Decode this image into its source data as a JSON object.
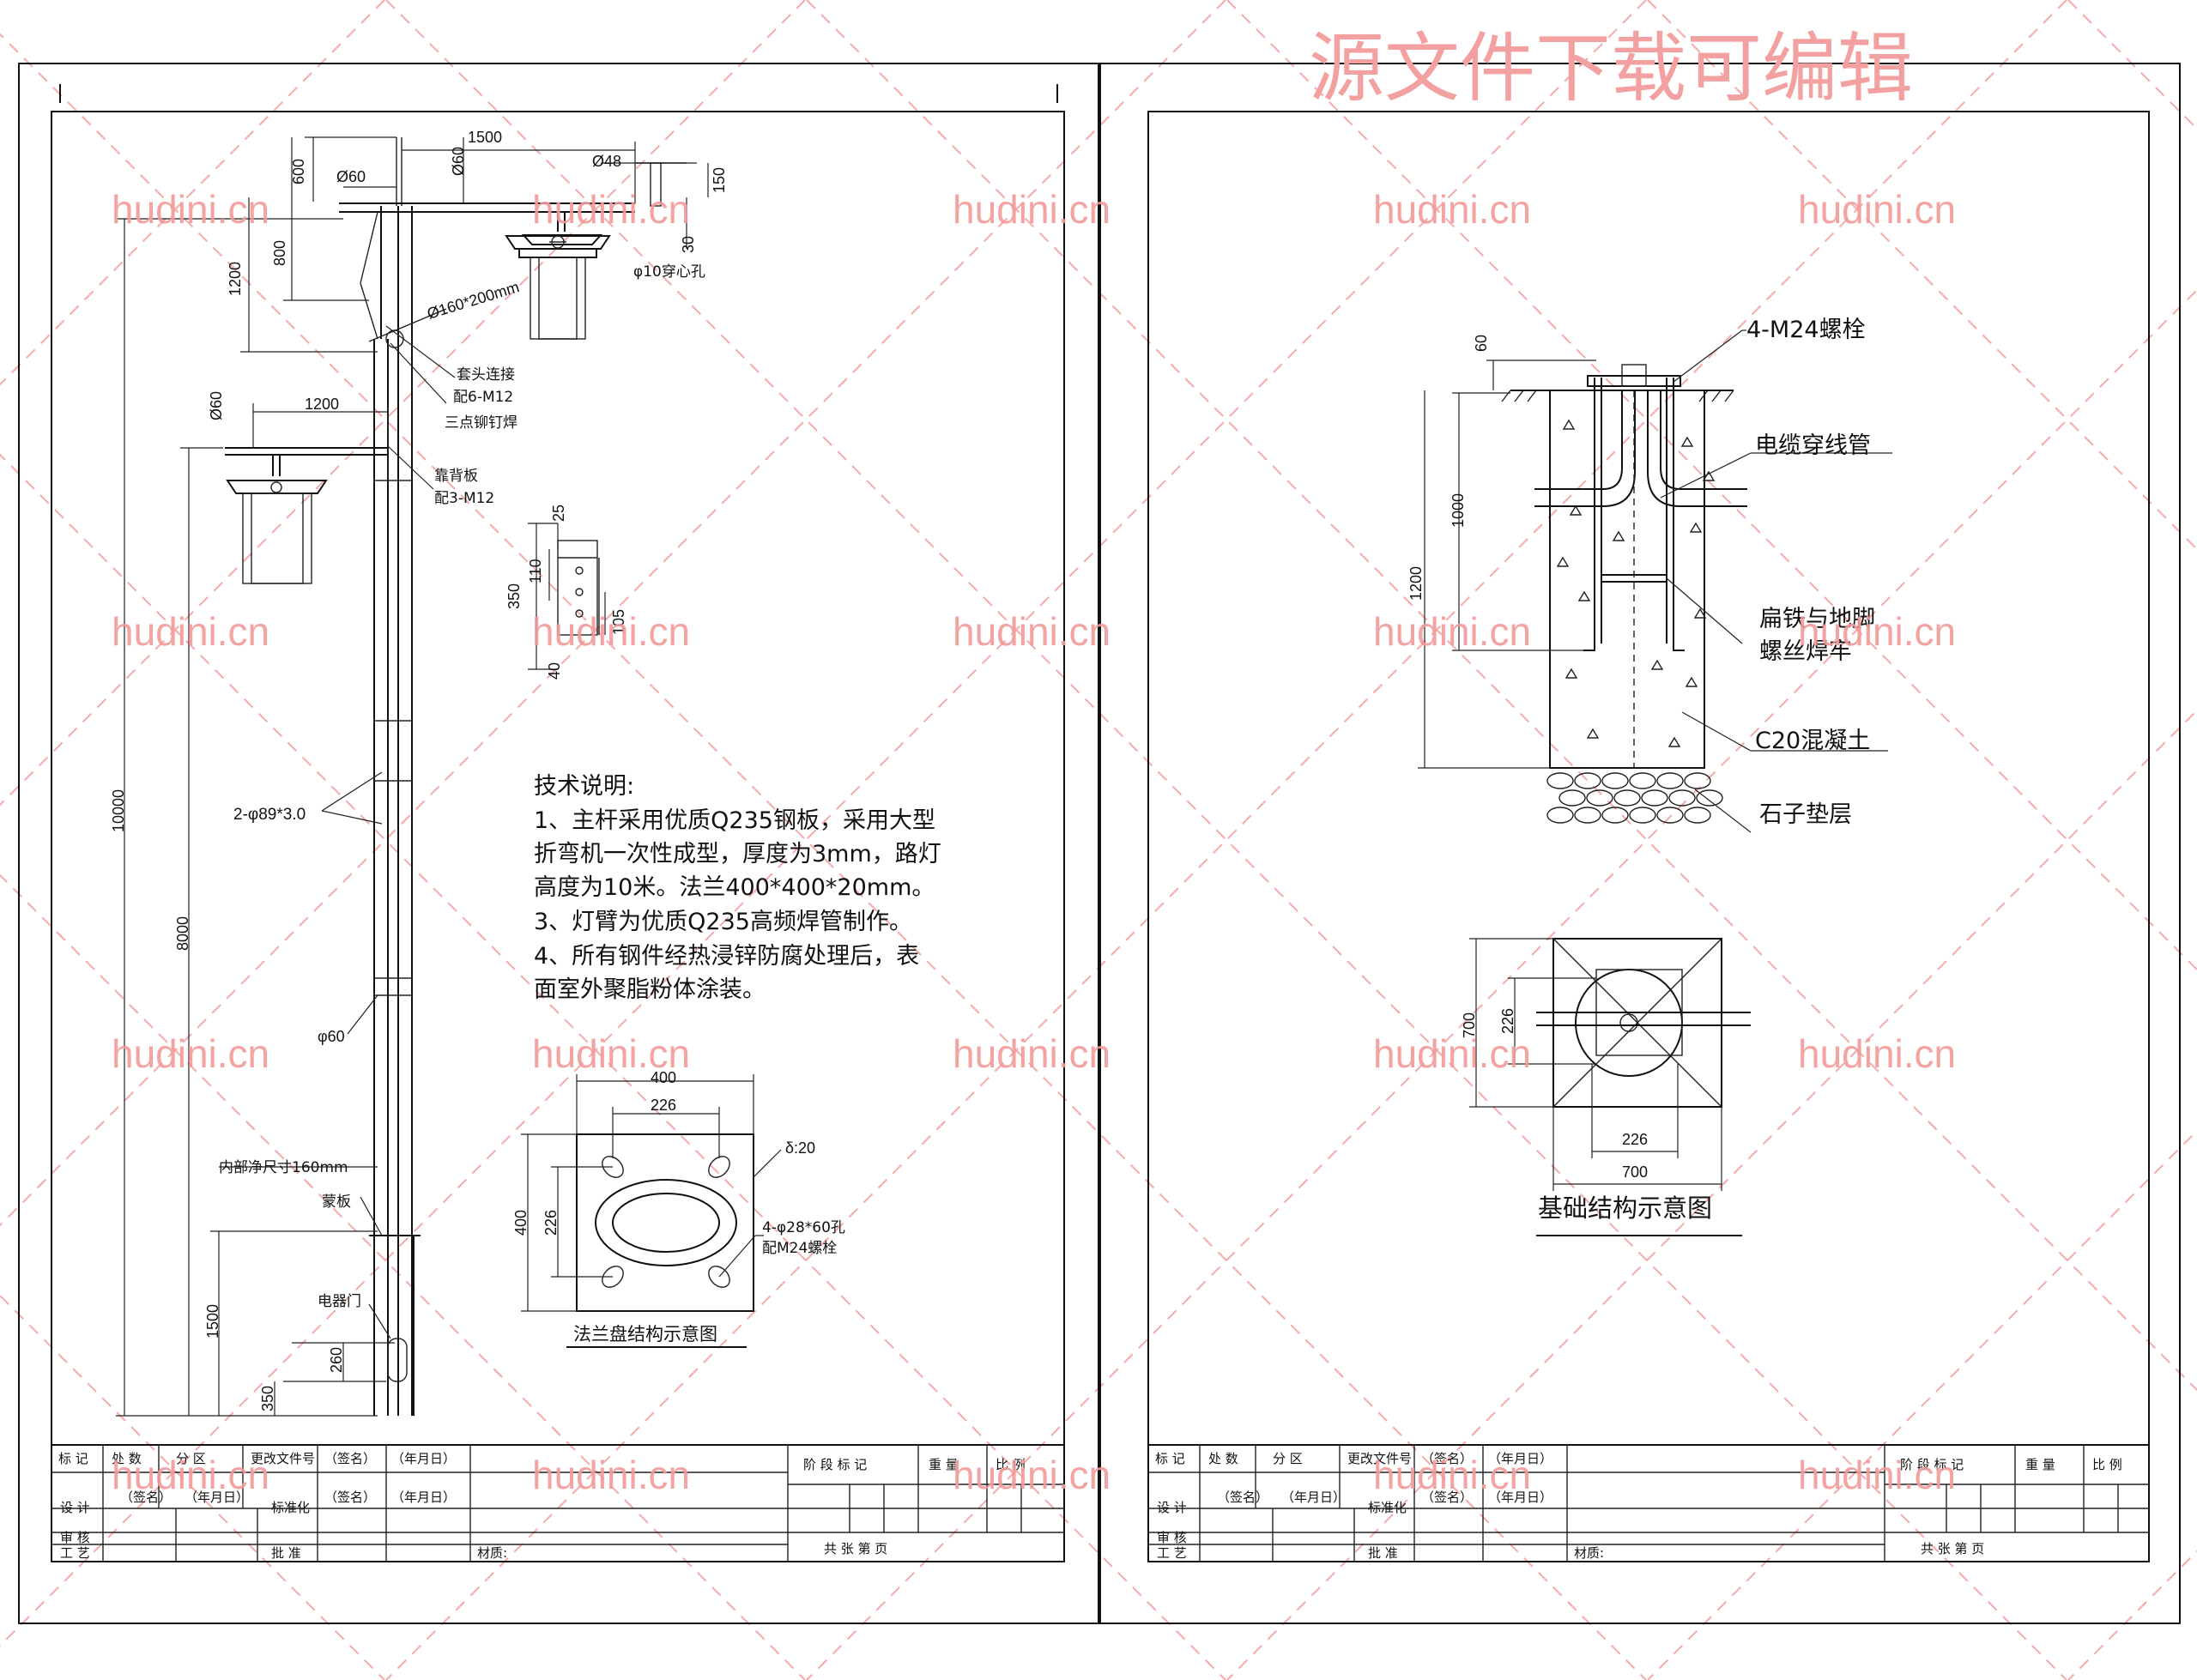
{
  "banner_watermark": "源文件下载可编辑",
  "repeat_watermark": "hudini.cn",
  "colors": {
    "watermark": "#f39a9a",
    "lines": "#111111",
    "background": "#ffffff"
  },
  "left_sheet": {
    "dimensions": {
      "top_1500": "1500",
      "d48": "Ø48",
      "d60_a": "Ø60",
      "d60_b": "Ø60",
      "v600": "600",
      "v150": "150",
      "v30": "30",
      "v800": "800",
      "v1200_a": "1200",
      "lamp_hole": "φ10穿心孔",
      "d160": "Ø160*200mm",
      "h1200": "1200",
      "d60_c": "Ø60",
      "pole_spec": "2-φ89*3.0",
      "d60_d": "φ60",
      "h10000": "10000",
      "h8000": "8000",
      "h1500": "1500",
      "h260": "260",
      "h350": "350",
      "plate_25": "25",
      "plate_110": "110",
      "plate_350": "350",
      "plate_105": "105",
      "plate_40": "40"
    },
    "callouts": {
      "sleeve_joint": "套头连接",
      "bolts_6m12": "配6-M12",
      "rivet_weld": "三点铆钉焊",
      "back_plate": "靠背板",
      "bolts_3m12": "配3-M12",
      "inner_size": "内部净尺寸160mm",
      "cover_plate": "蒙板",
      "electric_door": "电器门"
    },
    "notes": {
      "title": "技术说明:",
      "lines": [
        "1、主杆采用优质Q235钢板，采用大型",
        "折弯机一次性成型，厚度为3mm，路灯",
        "高度为10米。法兰400*400*20mm。",
        "3、灯臂为优质Q235高频焊管制作。",
        "4、所有钢件经热浸锌防腐处理后，表",
        "面室外聚脂粉体涂装。"
      ]
    },
    "flange": {
      "w400": "400",
      "w226": "226",
      "h400": "400",
      "h226": "226",
      "thickness": "δ:20",
      "holes": "4-φ28*60孔",
      "bolts": "配M24螺栓",
      "caption": "法兰盘结构示意图"
    }
  },
  "right_sheet": {
    "section": {
      "bolts": "4-M24螺栓",
      "conduit": "电缆穿线管",
      "flat_iron_1": "扁铁与地脚",
      "flat_iron_2": "螺丝焊牢",
      "concrete": "C20混凝土",
      "gravel": "石子垫层",
      "v60": "60",
      "v1000": "1000",
      "v1200": "1200"
    },
    "plan": {
      "v700": "700",
      "v226": "226",
      "h226": "226",
      "h700": "700",
      "caption": "基础结构示意图"
    }
  },
  "title_block": {
    "row1": [
      "标 记",
      "处 数",
      "分 区",
      "更改文件号",
      "（签名）",
      "（年月日）"
    ],
    "row2": [
      "设 计",
      "（签名）",
      "（年月日）",
      "标准化",
      "（签名）",
      "（年月日）"
    ],
    "review": "审 核",
    "process": "工 艺",
    "approve": "批 准",
    "material": "材质:",
    "stage": "阶 段 标 记",
    "weight": "重 量",
    "scale": "比 例",
    "sheets": "共    张    第    页"
  }
}
